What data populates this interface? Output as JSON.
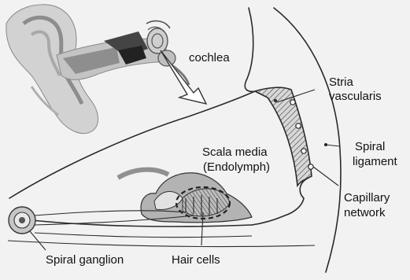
{
  "labels": {
    "cochlea": "cochlea",
    "stria_line1": "Stria",
    "stria_line2": "vascularis",
    "spiral_lig_line1": "Spiral",
    "spiral_lig_line2": "ligament",
    "scala_line1": "Scala media",
    "scala_line2": "(Endolymph)",
    "capillary_line1": "Capillary",
    "capillary_line2": "network",
    "spiral_ganglion": "Spiral ganglion",
    "hair_cells": "Hair cells"
  },
  "colors": {
    "background": "#f2f2f2",
    "ink": "#2a2a2a",
    "ear_skin": "#d4d4d4",
    "ear_shadow": "#9a9a9a",
    "organ_fill": "#b8b8b8",
    "stria_fill": "#c8c8c8"
  },
  "icons": {
    "inset": "outer-ear-illustration",
    "arrow": "zoom-arrow-icon"
  }
}
